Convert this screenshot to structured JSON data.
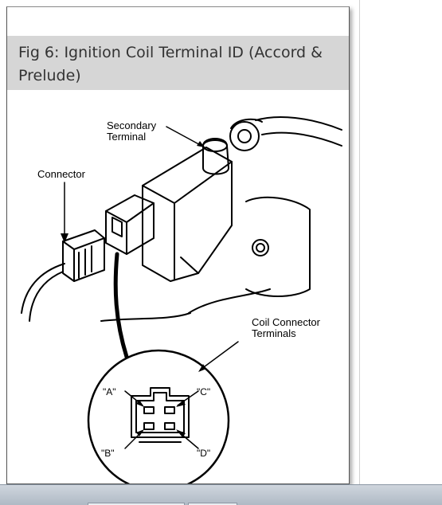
{
  "figure": {
    "caption": "Fig 6: Ignition Coil Terminal ID (Accord & Prelude)"
  },
  "labels": {
    "secondary_terminal_line1": "Secondary",
    "secondary_terminal_line2": "Terminal",
    "connector": "Connector",
    "coil_connector_line1": "Coil Connector",
    "coil_connector_line2": "Terminals",
    "terminal_a": "\"A\"",
    "terminal_b": "\"B\"",
    "terminal_c": "\"C\"",
    "terminal_d": "\"D\""
  }
}
